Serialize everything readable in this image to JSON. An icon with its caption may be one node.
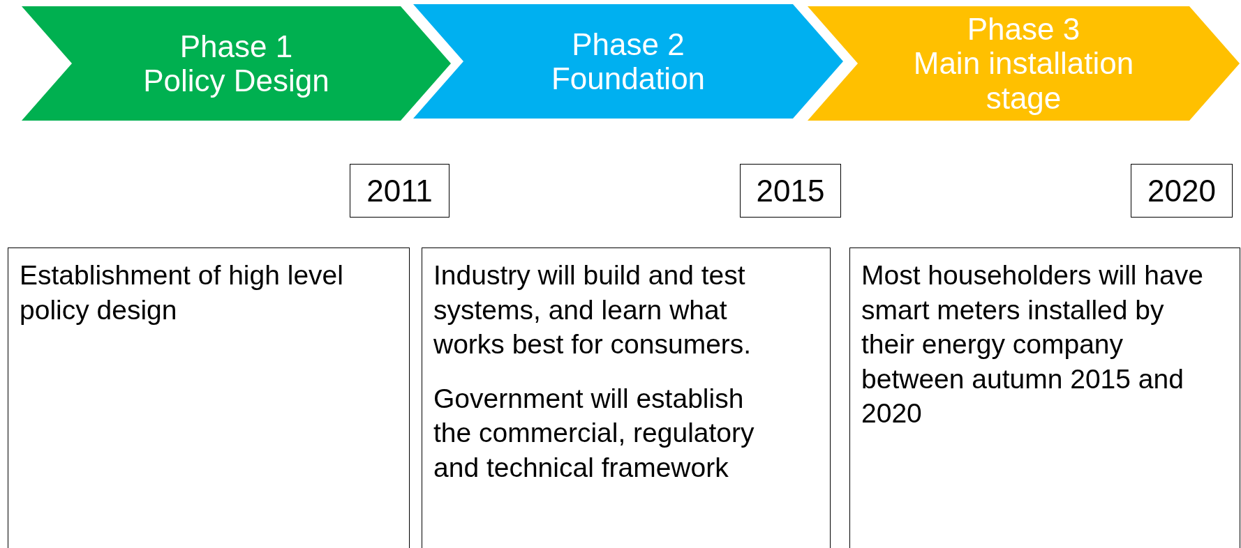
{
  "diagram": {
    "nodes": [
      {
        "text": [
          "Phase 1",
          "Policy Design"
        ]
      },
      {
        "text": [
          "Phase 2",
          "Foundation"
        ]
      },
      {
        "text": [
          "Phase 3",
          "Main installation stage"
        ]
      },
      {
        "text": [
          "2011"
        ]
      },
      {
        "text": [
          "2015"
        ]
      },
      {
        "text": [
          "2020"
        ]
      },
      {
        "text": [
          "Establishment of high level policy design"
        ]
      },
      {
        "text": [
          "Industry will build and test systems, and learn what works best for consumers.",
          "Government will establish the commercial, regulatory and technical framework"
        ]
      },
      {
        "text": [
          "Most householders will have smart meters installed by their energy company between autumn 2015 and 2020"
        ]
      }
    ]
  }
}
